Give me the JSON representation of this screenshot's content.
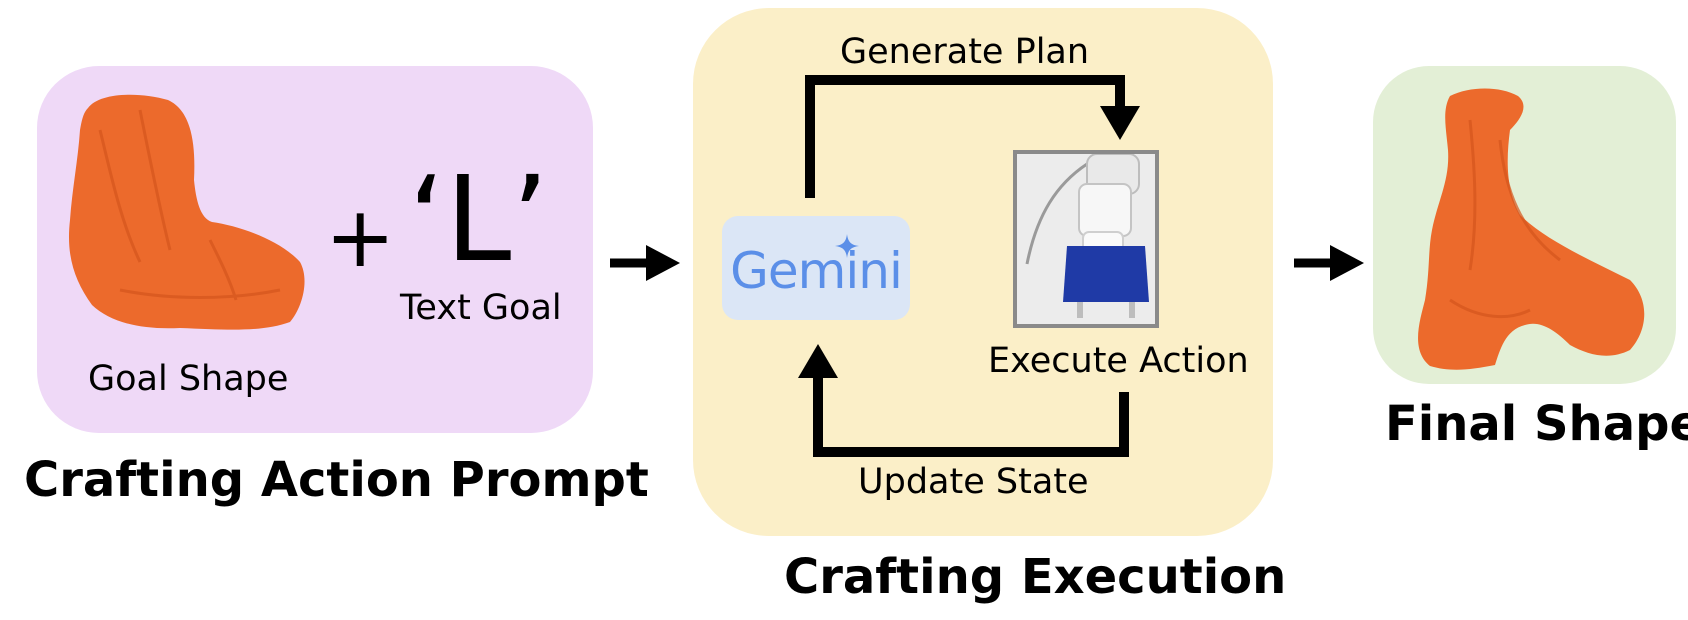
{
  "prompt_section": {
    "goal_shape_label": "Goal Shape",
    "plus_symbol": "+",
    "text_goal_letter": "‘L’",
    "text_goal_label": "Text Goal",
    "title": "Crafting Action Prompt"
  },
  "execution_section": {
    "generate_plan_label": "Generate Plan",
    "gemini_label": "Gemini",
    "execute_action_label": "Execute Action",
    "update_state_label": "Update State",
    "title": "Crafting Execution"
  },
  "final_section": {
    "title": "Final Shape"
  },
  "colors": {
    "prompt_panel": "#efd9f7",
    "execution_panel": "#fbefc8",
    "final_panel": "#e3efd6",
    "clay": "#ec6a2c",
    "gemini_text": "#5b8fe8",
    "gemini_box": "#dbe6f6",
    "robot_base": "#1f3aa6"
  }
}
